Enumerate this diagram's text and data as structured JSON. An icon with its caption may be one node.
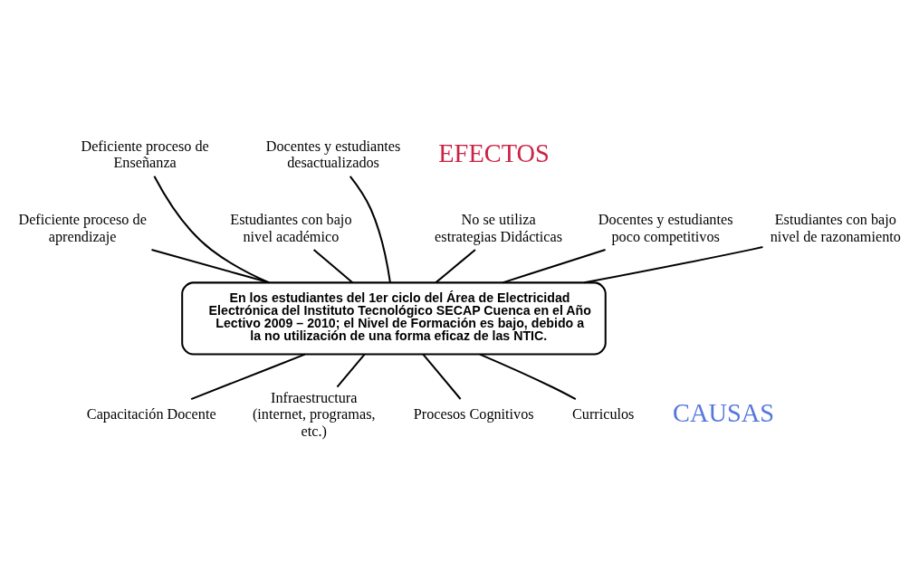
{
  "diagram": {
    "nodes": [
      {
        "text": [
          "Deficiente proceso de Enseñanza"
        ]
      },
      {
        "text": [
          "Docentes y estudiantes desactualizados"
        ]
      },
      {
        "text": [
          "Deficiente proceso de aprendizaje"
        ]
      },
      {
        "text": [
          "Estudiantes con bajo nivel académico"
        ]
      },
      {
        "text": [
          "No se utiliza estrategias Didácticas"
        ]
      },
      {
        "text": [
          "Docentes y estudiantes poco competitivos"
        ]
      },
      {
        "text": [
          "Estudiantes con bajo nivel de razonamiento"
        ]
      },
      {
        "text": [
          "En los estudiantes del 1er ciclo del Área de Electricidad Electrónica del Instituto Tecnológico SECAP Cuenca en el Año Lectivo 2009 – 2010; el Nivel de Formación es bajo, debido a la no utilización de una forma eficaz de las NTIC."
        ]
      },
      {
        "text": [
          "Capacitación Docente"
        ]
      },
      {
        "text": [
          "Infraestructura (internet, programas, etc.)"
        ]
      },
      {
        "text": [
          "Procesos Cognitivos"
        ]
      },
      {
        "text": [
          "Curriculos"
        ]
      }
    ],
    "edges": [
      {
        "from": 0,
        "to": 7,
        "arrow": "none"
      },
      {
        "from": 1,
        "to": 7,
        "arrow": "none"
      },
      {
        "from": 2,
        "to": 7,
        "arrow": "none"
      },
      {
        "from": 3,
        "to": 7,
        "arrow": "none"
      },
      {
        "from": 4,
        "to": 7,
        "arrow": "none"
      },
      {
        "from": 5,
        "to": 7,
        "arrow": "none"
      },
      {
        "from": 6,
        "to": 7,
        "arrow": "none"
      },
      {
        "from": 7,
        "to": 8,
        "arrow": "none"
      },
      {
        "from": 7,
        "to": 9,
        "arrow": "none"
      },
      {
        "from": 7,
        "to": 10,
        "arrow": "none"
      },
      {
        "from": 7,
        "to": 11,
        "arrow": "none"
      }
    ],
    "labels": [
      "EFECTOS",
      "CAUSAS"
    ]
  }
}
